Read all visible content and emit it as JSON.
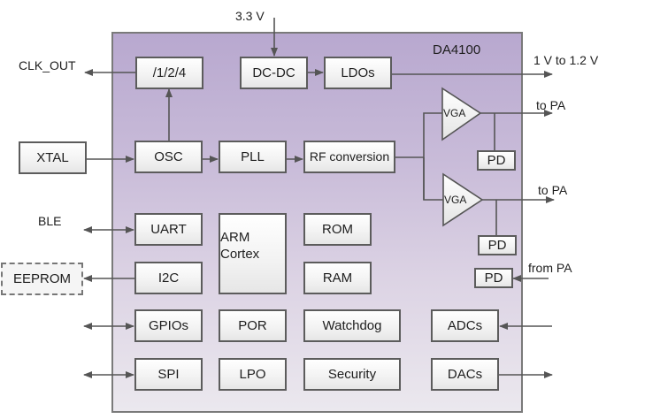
{
  "chip": {
    "name": "DA4100"
  },
  "colors": {
    "line": "#555555",
    "frame": "#7a7a7a",
    "chip_top": "#b8a8cf",
    "chip_bottom": "#ebe8ee"
  },
  "external": {
    "supply_in": "3.3 V",
    "clk_out": "CLK_OUT",
    "xtal": "XTAL",
    "ble": "BLE",
    "eeprom": "EEPROM",
    "ldo_out": "1 V to 1.2 V",
    "to_pa_1": "to PA",
    "to_pa_2": "to PA",
    "from_pa": "from PA"
  },
  "blocks": {
    "divider": "/1/2/4",
    "dcdc": "DC-DC",
    "ldos": "LDOs",
    "osc": "OSC",
    "pll": "PLL",
    "rf": "RF conversion",
    "vga1": "VGA",
    "vga2": "VGA",
    "pd1": "PD",
    "pd2": "PD",
    "pd3": "PD",
    "uart": "UART",
    "arm_line1": "ARM",
    "arm_line2": "Cortex",
    "rom": "ROM",
    "i2c": "I2C",
    "ram": "RAM",
    "gpios": "GPIOs",
    "por": "POR",
    "watchdog": "Watchdog",
    "adcs": "ADCs",
    "spi": "SPI",
    "lpo": "LPO",
    "security": "Security",
    "dacs": "DACs"
  }
}
